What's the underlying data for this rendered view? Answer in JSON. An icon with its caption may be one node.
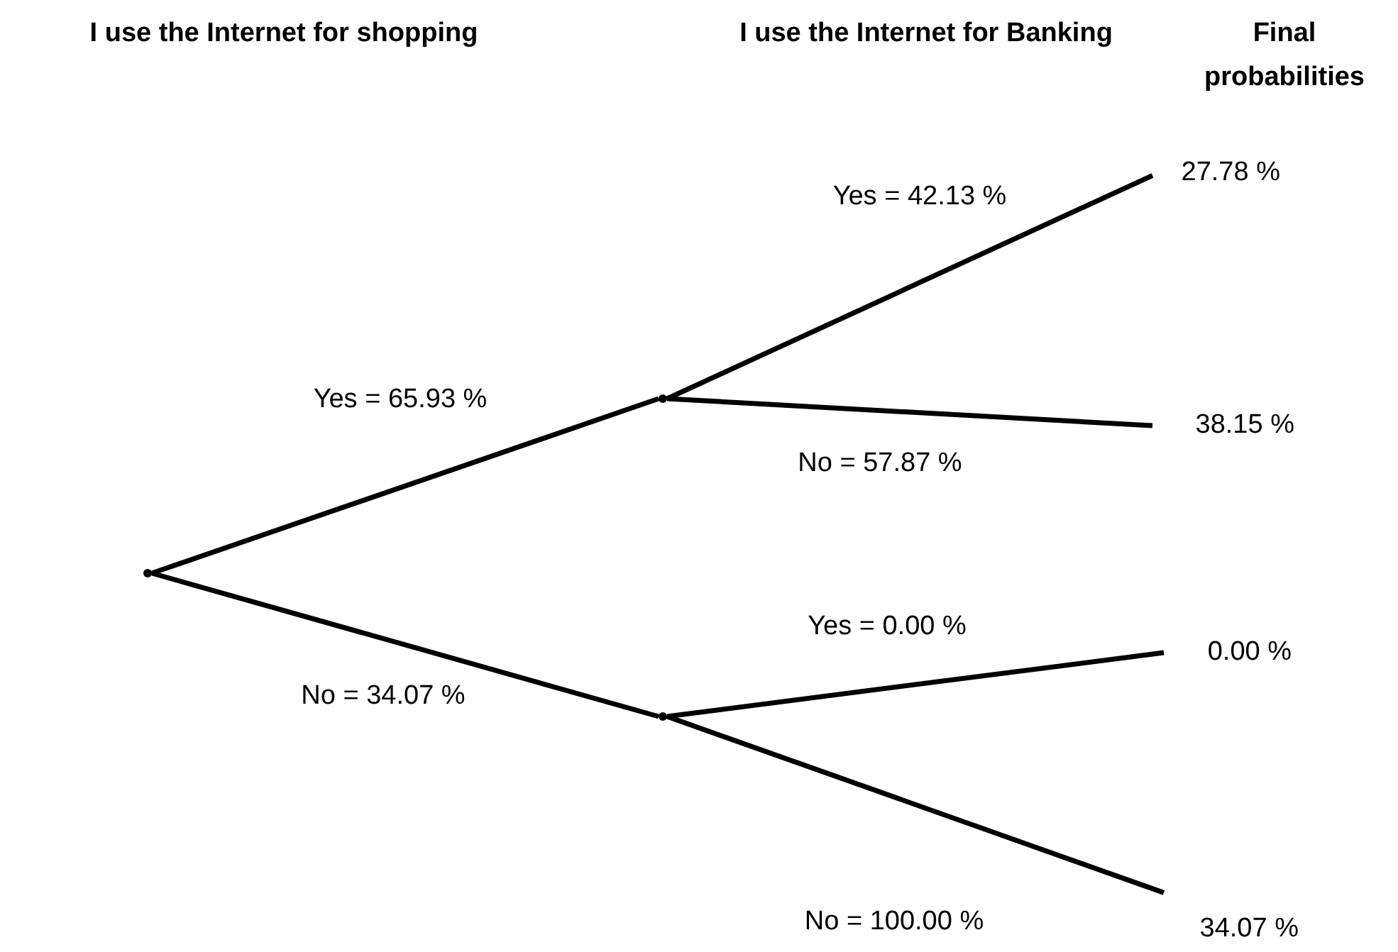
{
  "diagram": {
    "nodes": [
      {
        "text": [],
        "shape": "point"
      },
      {
        "text": [],
        "shape": "point"
      },
      {
        "text": [],
        "shape": "point"
      },
      {
        "text": [
          "27.78 %"
        ]
      },
      {
        "text": [
          "38.15 %"
        ]
      },
      {
        "text": [
          "0.00 %"
        ]
      },
      {
        "text": [
          "34.07 %"
        ]
      }
    ],
    "edges": [
      {
        "from": 0,
        "to": 1,
        "arrow": "none",
        "label": "Yes = 65.93 %"
      },
      {
        "from": 0,
        "to": 2,
        "arrow": "none",
        "label": "No = 34.07 %"
      },
      {
        "from": 1,
        "to": 3,
        "arrow": "none",
        "label": "Yes = 42.13 %"
      },
      {
        "from": 1,
        "to": 4,
        "arrow": "none",
        "label": "No = 57.87 %"
      },
      {
        "from": 2,
        "to": 5,
        "arrow": "none",
        "label": "Yes = 0.00 %"
      },
      {
        "from": 2,
        "to": 6,
        "arrow": "none",
        "label": "No = 100.00 %"
      }
    ],
    "labels": [
      "I use the Internet for shopping",
      "I use the Internet for Banking",
      "Final probabilities"
    ]
  }
}
